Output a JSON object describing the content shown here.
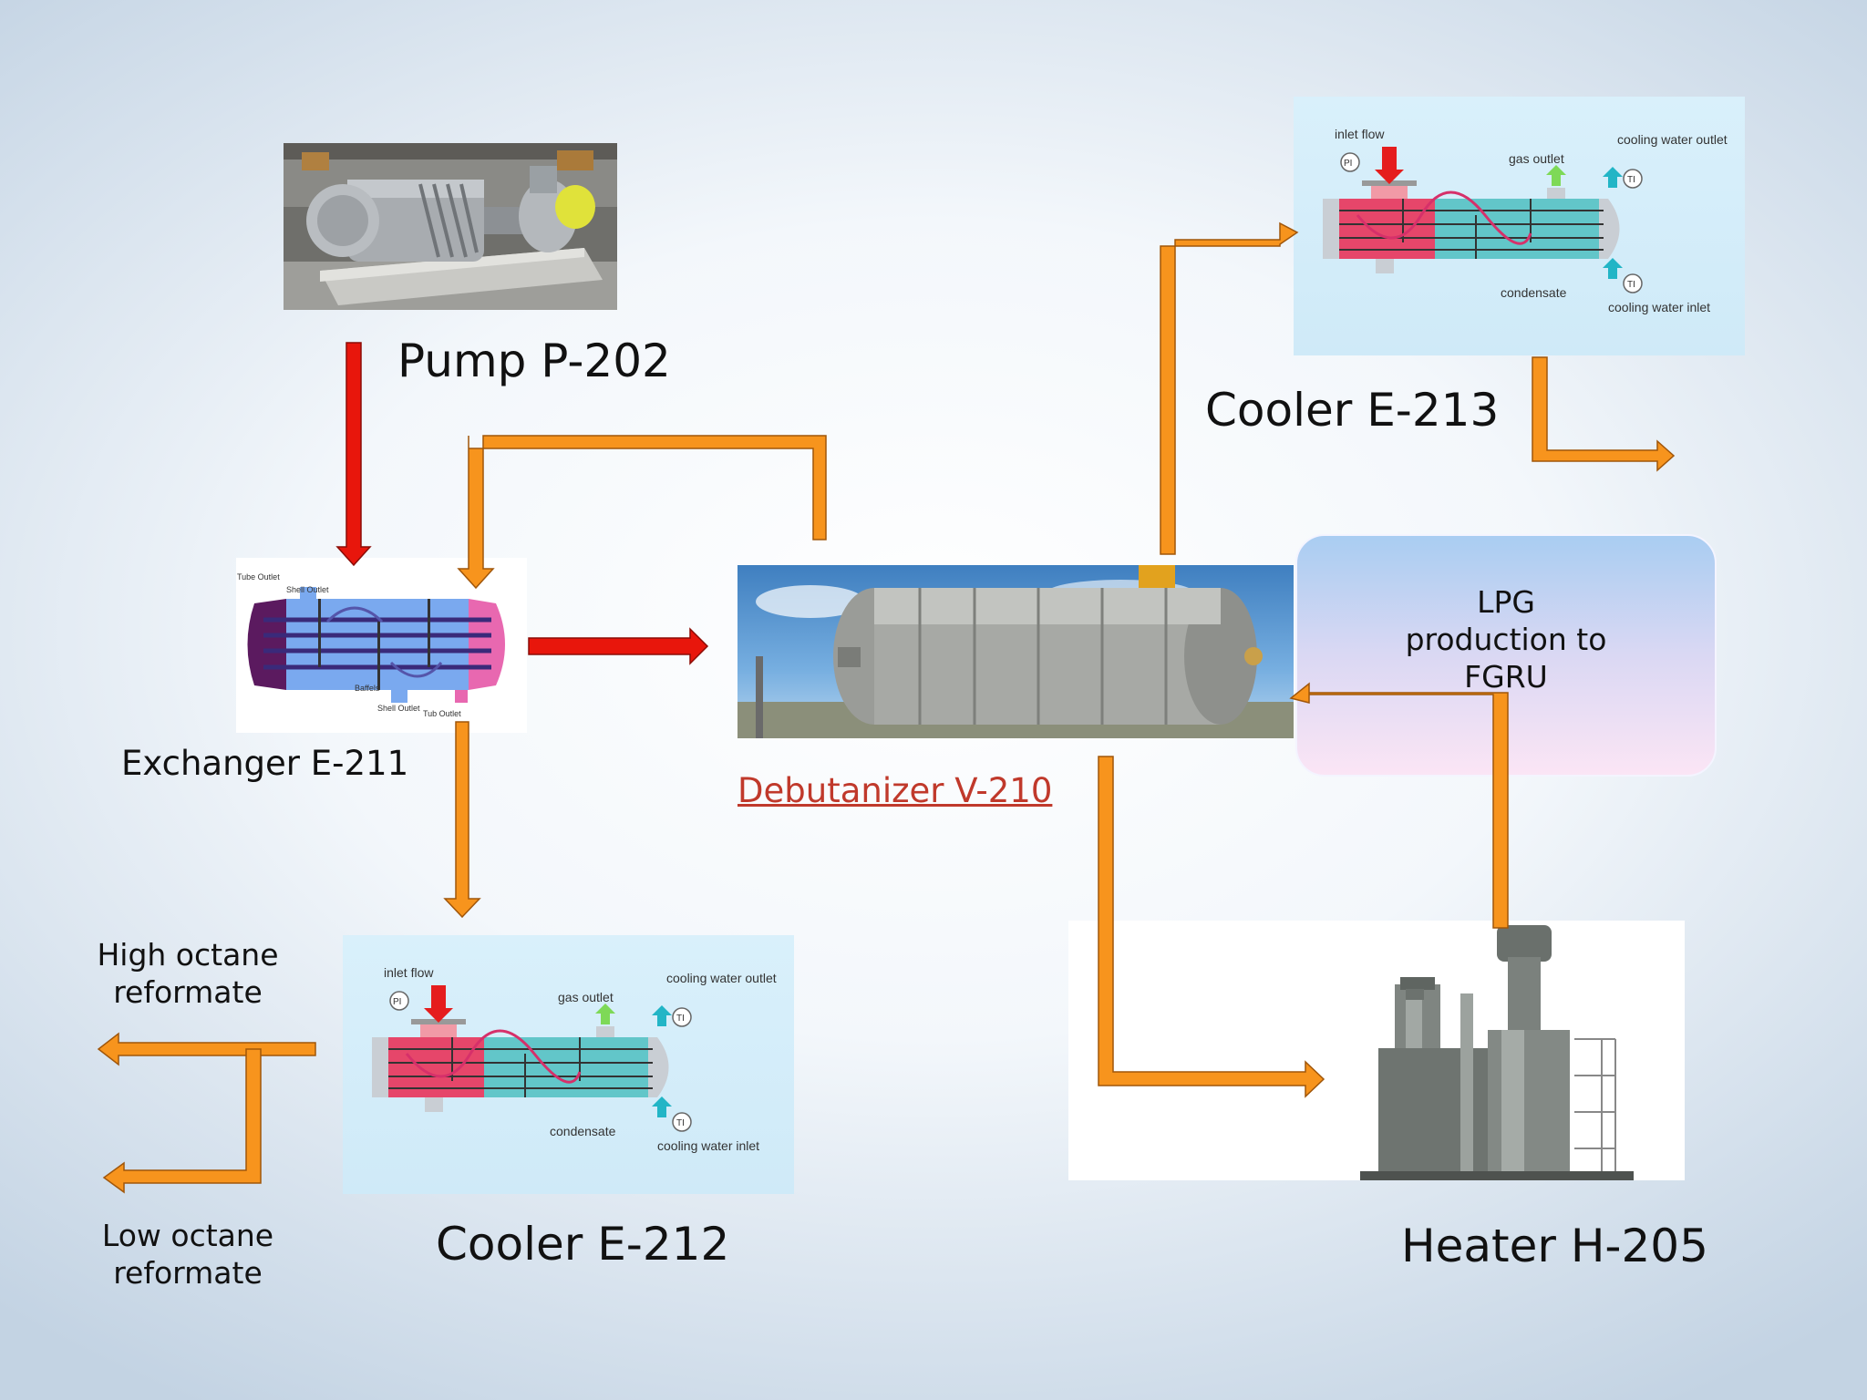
{
  "labels": {
    "pump": "Pump P-202",
    "exchanger": "Exchanger E-211",
    "debutanizer": "Debutanizer V-210",
    "cooler_top": "Cooler E-213",
    "cooler_bottom": "Cooler E-212",
    "heater": "Heater H-205",
    "lpg": "LPG production to FGRU",
    "high_octane": "High octane reformate",
    "low_octane": "Low octane reformate"
  },
  "cooler_diagram": {
    "inlet_flow": "inlet flow",
    "gas_outlet": "gas outlet",
    "cooling_water_outlet": "cooling water outlet",
    "condensate": "condensate",
    "cooling_water_inlet": "cooling water inlet",
    "pi": "PI",
    "ti": "TI"
  },
  "exchanger_diagram": {
    "tube_outlet": "Tube Outlet",
    "shell_outlet": "Shell Outlet",
    "baffels": "Baffels",
    "shell_outlet_bottom": "Shell Outlet",
    "tub_outlet": "Tub Outlet"
  },
  "colors": {
    "flow_arrow_orange": "#f7941d",
    "flow_arrow_red": "#e8160c",
    "link_red": "#c0392b"
  }
}
